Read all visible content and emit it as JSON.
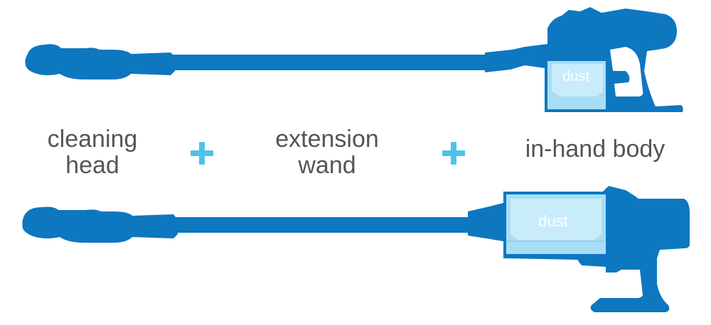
{
  "labels": {
    "cleaning_head": [
      "cleaning",
      "head"
    ],
    "extension_wand": [
      "extension",
      "wand"
    ],
    "in_hand_body": "in-hand body",
    "plus_symbol": "+"
  },
  "top_vacuum": {
    "dust_label": "dust"
  },
  "bottom_vacuum": {
    "dust_label": "dust"
  },
  "colors": {
    "vacuum_body": "#0d77c0",
    "dust_bin": "#a8def5",
    "dust_bin_shade": "#c9ecfa",
    "plus": "#4cc3ea",
    "label_text": "#555555"
  }
}
